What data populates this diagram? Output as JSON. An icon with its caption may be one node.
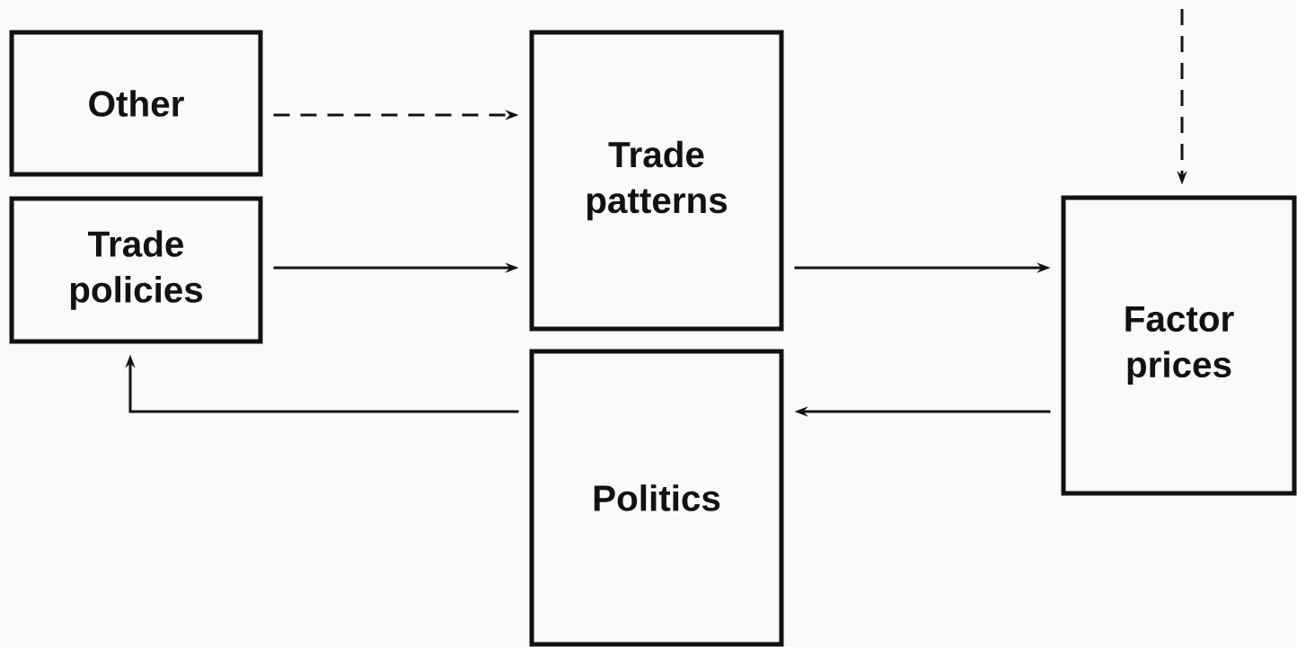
{
  "diagram": {
    "nodes": [
      {
        "text": [
          "Other"
        ]
      },
      {
        "text": [
          "Trade policies"
        ]
      },
      {
        "text": [
          "Trade patterns"
        ]
      },
      {
        "text": [
          "Factor prices"
        ]
      },
      {
        "text": [
          "Politics"
        ]
      }
    ],
    "edges": [
      {
        "from": 0,
        "to": 2,
        "arrow": "to",
        "style": "dashed"
      },
      {
        "from": 1,
        "to": 2,
        "arrow": "to"
      },
      {
        "from": 2,
        "to": 3,
        "arrow": "to"
      },
      {
        "from": 3,
        "to": 4,
        "arrow": "to"
      },
      {
        "from": 4,
        "to": 1,
        "arrow": "to"
      },
      {
        "from": null,
        "to": 3,
        "arrow": "to",
        "style": "dashed"
      }
    ]
  }
}
